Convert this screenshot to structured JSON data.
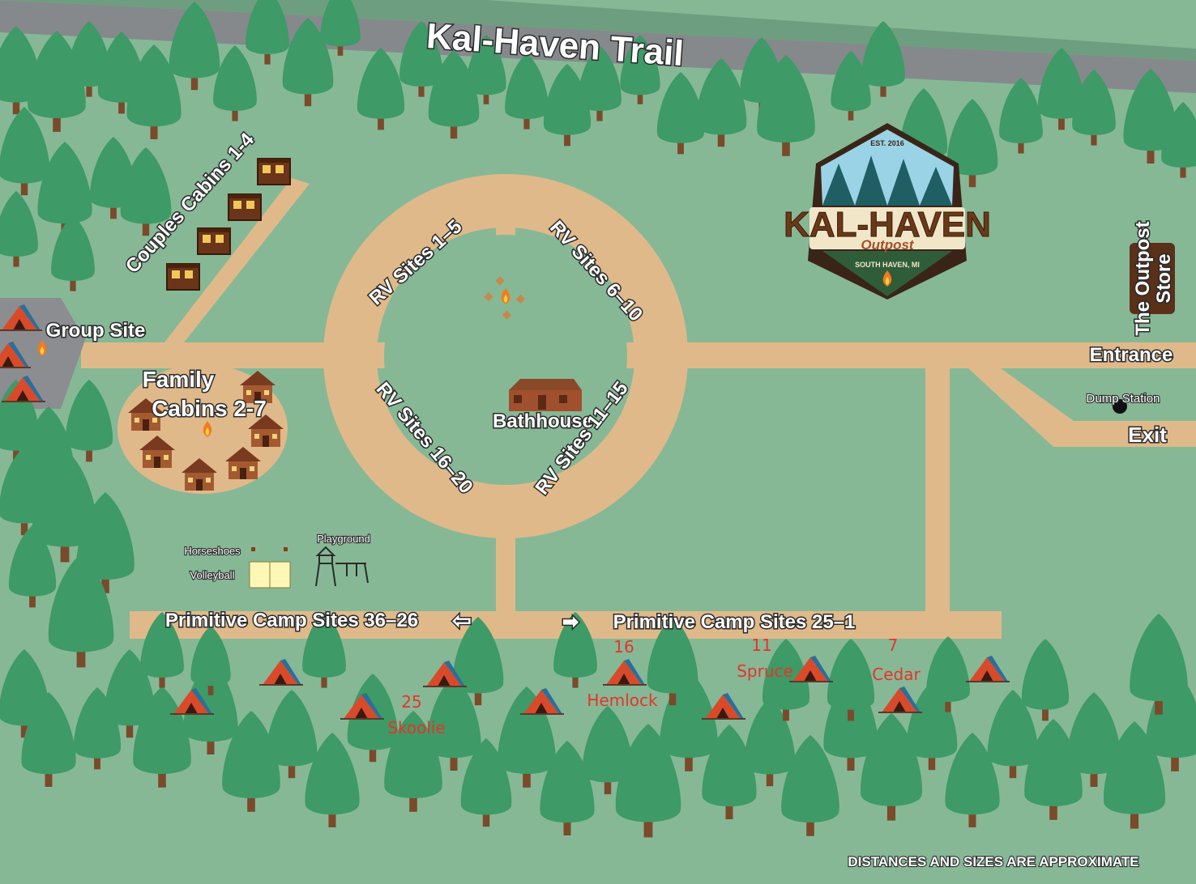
{
  "map": {
    "trail_title": "Kal-Haven Trail",
    "logo": {
      "est": "EST. 2016",
      "name": "KAL-HAVEN",
      "sub": "Outpost",
      "location": "SOUTH HAVEN, MI"
    },
    "areas": {
      "couples_cabins": "Couples Cabins 1-4",
      "group_site": "Group Site",
      "family_cabins_line1": "Family",
      "family_cabins_line2": "Cabins 2-7",
      "bathhouse": "Bathhouse",
      "outpost_store_line1": "The Outpost",
      "outpost_store_line2": "Store",
      "entrance": "Entrance",
      "exit": "Exit",
      "dump_station": "Dump Station",
      "horseshoes": "Horseshoes",
      "volleyball": "Volleyball",
      "playground": "Playground"
    },
    "rv_loop": {
      "sites_1_5": "RV Sites 1–5",
      "sites_6_10": "RV Sites 6–10",
      "sites_11_15": "RV Sites 11–15",
      "sites_16_20": "RV Sites 16–20"
    },
    "primitive": {
      "left": "Primitive Camp Sites 36–26",
      "right": "Primitive Camp Sites 25–1",
      "arrow_left": "⇦",
      "arrow_right": "➡"
    },
    "marked_sites": [
      {
        "number": "25",
        "name": "Skoolie"
      },
      {
        "number": "16",
        "name": "Hemlock"
      },
      {
        "number": "11",
        "name": "Spruce"
      },
      {
        "number": "7",
        "name": "Cedar"
      }
    ],
    "disclaimer": "DISTANCES AND SIZES ARE APPROXIMATE",
    "colors": {
      "grass": "#86b896",
      "road": "#e0b98a",
      "trail": "#85898c",
      "tree": "#3e9a66",
      "site_marker": "#e8322a"
    }
  }
}
